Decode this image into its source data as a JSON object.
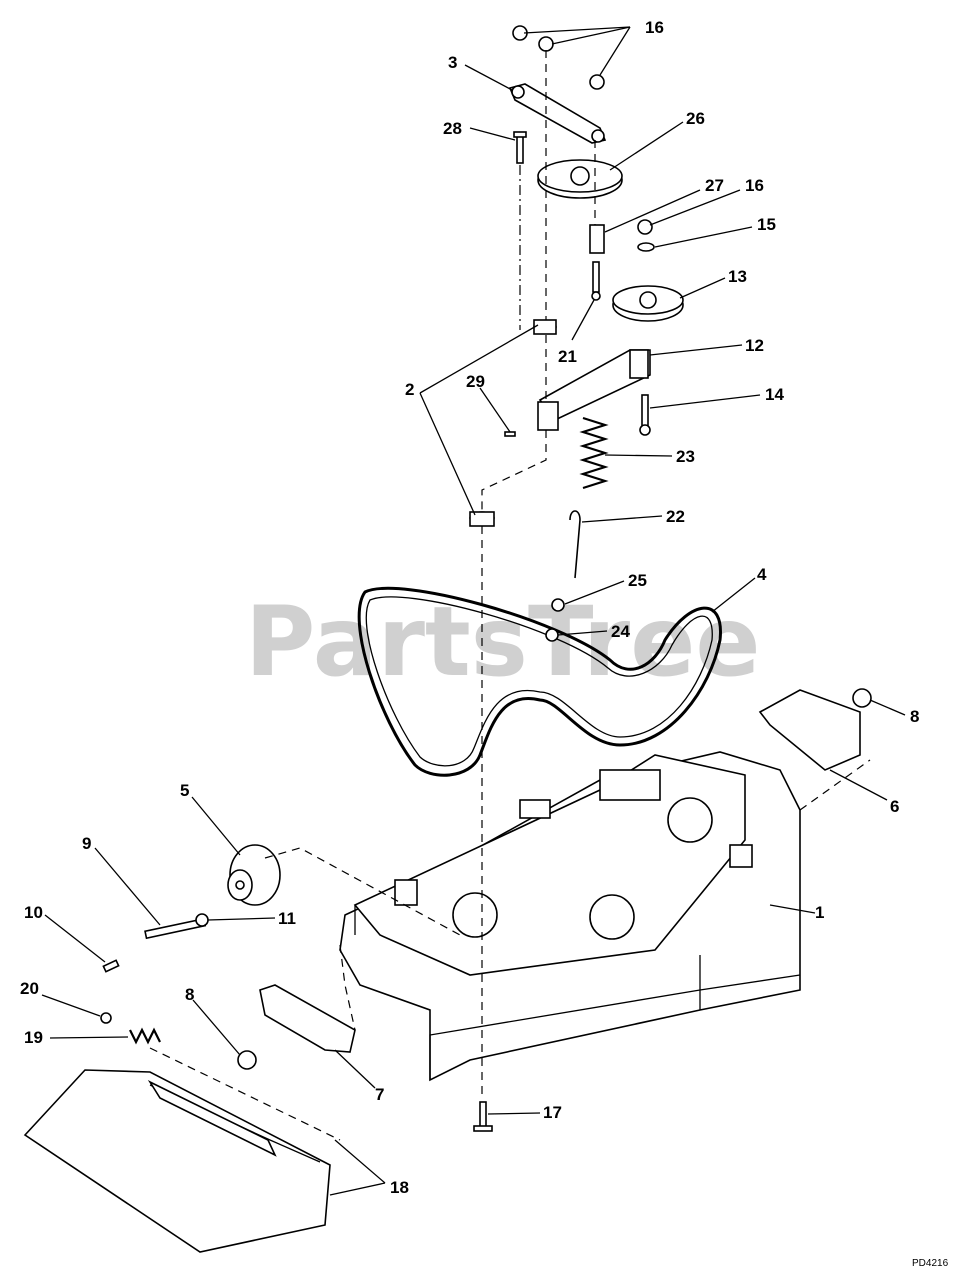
{
  "watermark": "PartsTree",
  "drawing_code": "PD4216",
  "callouts": {
    "c1": "1",
    "c2": "2",
    "c3": "3",
    "c4": "4",
    "c5": "5",
    "c6": "6",
    "c7": "7",
    "c8a": "8",
    "c8b": "8",
    "c9": "9",
    "c10": "10",
    "c11": "11",
    "c12": "12",
    "c13": "13",
    "c14": "14",
    "c15": "15",
    "c16a": "16",
    "c16b": "16",
    "c17": "17",
    "c18": "18",
    "c19": "19",
    "c20": "20",
    "c21": "21",
    "c22": "22",
    "c23": "23",
    "c24": "24",
    "c25": "25",
    "c26": "26",
    "c27": "27",
    "c28": "28",
    "c29": "29"
  }
}
